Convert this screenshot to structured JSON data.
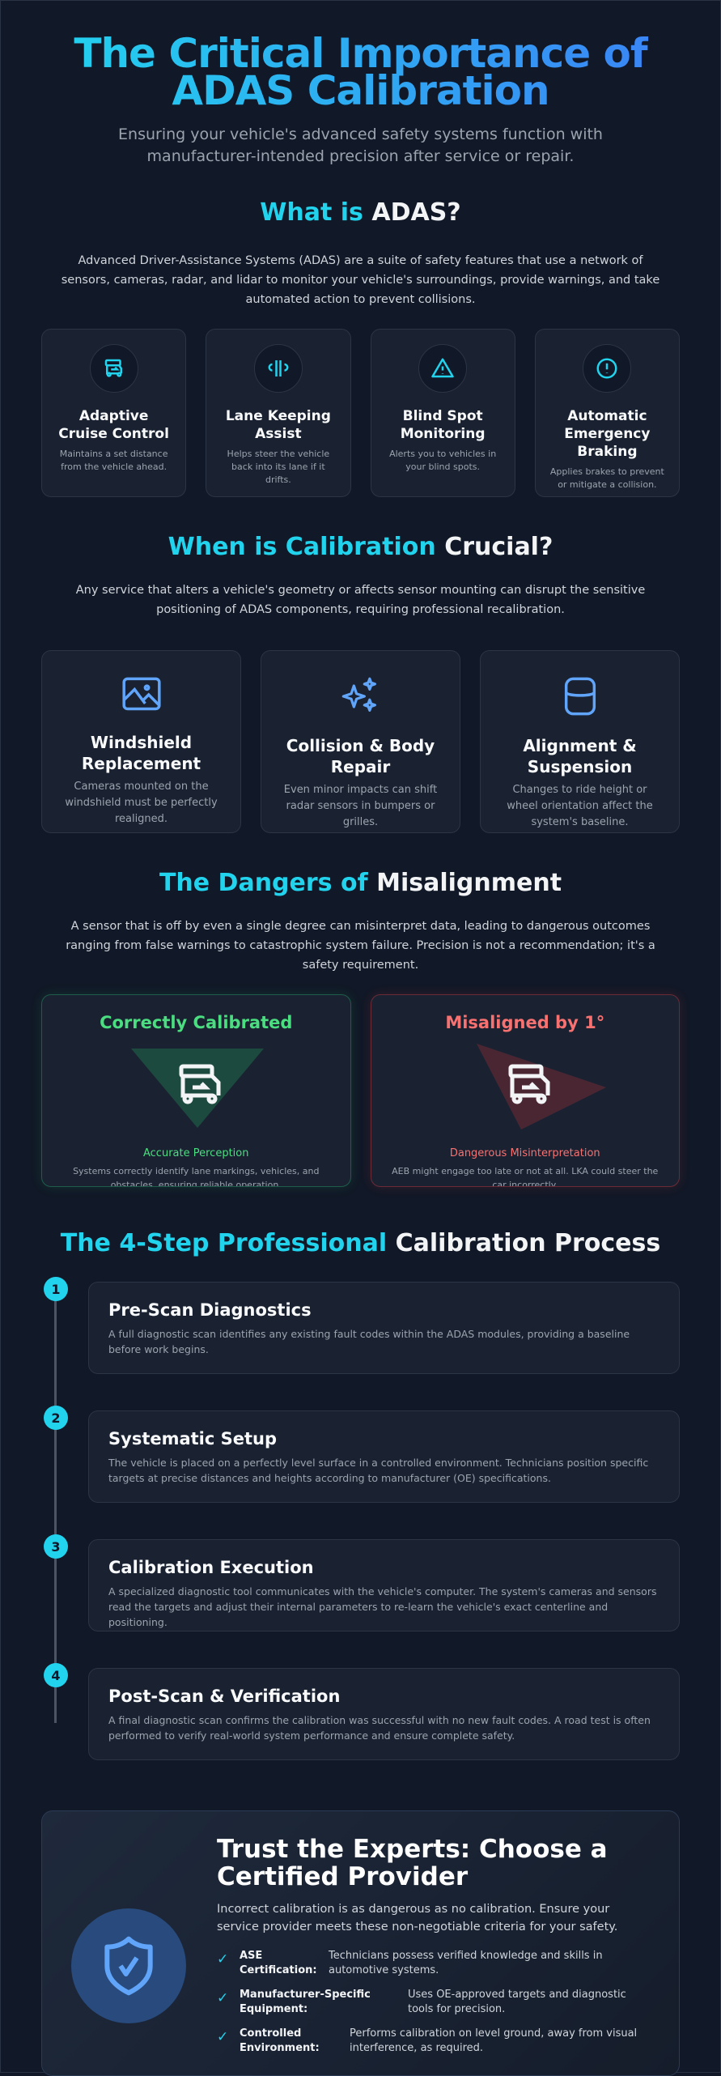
{
  "header": {
    "title": "The Critical Importance of ADAS Calibration",
    "subtitle": "Ensuring your vehicle's advanced safety systems function with manufacturer-intended precision after service or repair."
  },
  "what": {
    "title_hl": "What is",
    "title_rest": "ADAS?",
    "text": "Advanced Driver-Assistance Systems (ADAS) are a suite of safety features that use a network of sensors, cameras, radar, and lidar to monitor your vehicle's surroundings, provide warnings, and take automated action to prevent collisions.",
    "features": [
      {
        "icon": "car-icon",
        "title": "Adaptive Cruise Control",
        "desc": "Maintains a set distance from the vehicle ahead."
      },
      {
        "icon": "lane-icon",
        "title": "Lane Keeping Assist",
        "desc": "Helps steer the vehicle back into its lane if it drifts."
      },
      {
        "icon": "warning-triangle-icon",
        "title": "Blind Spot Monitoring",
        "desc": "Alerts you to vehicles in your blind spots."
      },
      {
        "icon": "alert-circle-icon",
        "title": "Automatic Emergency Braking",
        "desc": "Applies brakes to prevent or mitigate a collision."
      }
    ]
  },
  "when": {
    "title_hl": "When is Calibration",
    "title_rest": "Crucial?",
    "text": "Any service that alters a vehicle's geometry or affects sensor mounting can disrupt the sensitive positioning of ADAS components, requiring professional recalibration.",
    "cases": [
      {
        "icon": "image-icon",
        "title": "Windshield Replacement",
        "desc": "Cameras mounted on the windshield must be perfectly realigned."
      },
      {
        "icon": "sparkles-icon",
        "title": "Collision & Body Repair",
        "desc": "Even minor impacts can shift radar sensors in bumpers or grilles."
      },
      {
        "icon": "suspension-icon",
        "title": "Alignment & Suspension",
        "desc": "Changes to ride height or wheel orientation affect the system's baseline."
      }
    ]
  },
  "dangers": {
    "title_hl": "The Dangers of",
    "title_rest": "Misalignment",
    "text": "A sensor that is off by even a single degree can misinterpret data, leading to dangerous outcomes ranging from false warnings to catastrophic system failure. Precision is not a recommendation; it's a safety requirement.",
    "good": {
      "title": "Correctly Calibrated",
      "label": "Accurate Perception",
      "desc": "Systems correctly identify lane markings, vehicles, and obstacles, ensuring reliable operation.",
      "color": "#4ade80"
    },
    "bad": {
      "title": "Misaligned by 1°",
      "label": "Dangerous Misinterpretation",
      "desc": "AEB might engage too late or not at all. LKA could steer the car incorrectly.",
      "color": "#f87171"
    }
  },
  "process": {
    "title_hl": "The 4-Step Professional",
    "title_rest": "Calibration Process",
    "steps": [
      {
        "num": "1",
        "title": "Pre-Scan Diagnostics",
        "desc": "A full diagnostic scan identifies any existing fault codes within the ADAS modules, providing a baseline before work begins."
      },
      {
        "num": "2",
        "title": "Systematic Setup",
        "desc": "The vehicle is placed on a perfectly level surface in a controlled environment. Technicians position specific targets at precise distances and heights according to manufacturer (OE) specifications."
      },
      {
        "num": "3",
        "title": "Calibration Execution",
        "desc": "A specialized diagnostic tool communicates with the vehicle's computer. The system's cameras and sensors read the targets and adjust their internal parameters to re-learn the vehicle's exact centerline and positioning."
      },
      {
        "num": "4",
        "title": "Post-Scan & Verification",
        "desc": "A final diagnostic scan confirms the calibration was successful with no new fault codes. A road test is often performed to verify real-world system performance and ensure complete safety."
      }
    ]
  },
  "trust": {
    "title": "Trust the Experts: Choose a Certified Provider",
    "text": "Incorrect calibration is as dangerous as no calibration. Ensure your service provider meets these non-negotiable criteria for your safety.",
    "criteria": [
      {
        "label": "ASE Certification:",
        "value": "Technicians possess verified knowledge and skills in automotive systems."
      },
      {
        "label": "Manufacturer-Specific Equipment:",
        "value": "Uses OE-approved targets and diagnostic tools for precision."
      },
      {
        "label": "Controlled Environment:",
        "value": "Performs calibration on level ground, away from visual interference, as required."
      }
    ]
  },
  "colors": {
    "accent": "#22d3ee",
    "accent2": "#3b82f6",
    "bg": "#111827",
    "card": "#1a2231"
  }
}
